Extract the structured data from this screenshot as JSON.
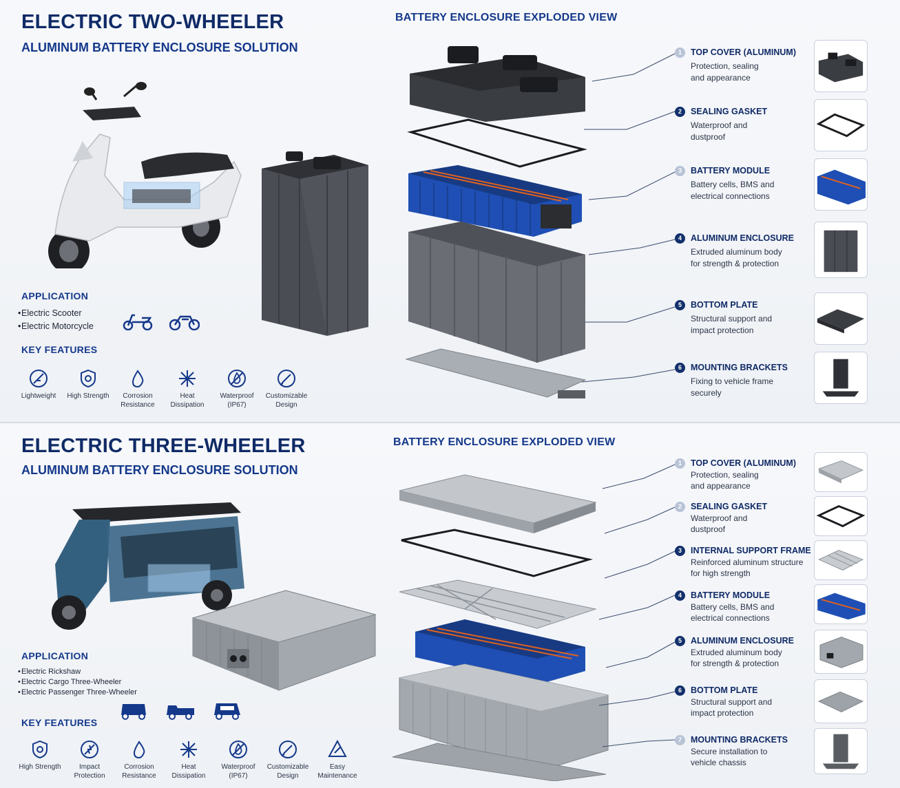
{
  "two_wheeler": {
    "title": "ELECTRIC TWO-WHEELER",
    "subtitle": "ALUMINUM BATTERY ENCLOSURE SOLUTION",
    "exploded_title": "BATTERY ENCLOSURE EXPLODED VIEW",
    "application_head": "APPLICATION",
    "applications": [
      "Electric Scooter",
      "Electric Motorcycle"
    ],
    "features_head": "KEY FEATURES",
    "features": [
      {
        "label1": "Lightweight",
        "label2": "",
        "icon": "feather-icon"
      },
      {
        "label1": "High Strength",
        "label2": "",
        "icon": "shield-icon"
      },
      {
        "label1": "Corrosion",
        "label2": "Resistance",
        "icon": "drop-icon"
      },
      {
        "label1": "Heat",
        "label2": "Dissipation",
        "icon": "snowflake-icon"
      },
      {
        "label1": "Waterproof",
        "label2": "(IP67)",
        "icon": "waterproof-icon"
      },
      {
        "label1": "Customizable",
        "label2": "Design",
        "icon": "pencil-icon"
      }
    ],
    "parts": [
      {
        "num": "1",
        "title": "TOP COVER (ALUMINUM)",
        "desc1": "Protection, sealing",
        "desc2": "and appearance"
      },
      {
        "num": "2",
        "title": "SEALING GASKET",
        "desc1": "Waterproof and",
        "desc2": "dustproof"
      },
      {
        "num": "3",
        "title": "BATTERY MODULE",
        "desc1": "Battery cells, BMS and",
        "desc2": "electrical connections"
      },
      {
        "num": "4",
        "title": "ALUMINUM ENCLOSURE",
        "desc1": "Extruded aluminum body",
        "desc2": "for strength & protection"
      },
      {
        "num": "5",
        "title": "BOTTOM PLATE",
        "desc1": "Structural support and",
        "desc2": "impact protection"
      },
      {
        "num": "6",
        "title": "MOUNTING BRACKETS",
        "desc1": "Fixing to vehicle frame",
        "desc2": "securely"
      }
    ]
  },
  "three_wheeler": {
    "title": "ELECTRIC THREE-WHEELER",
    "subtitle": "ALUMINUM BATTERY ENCLOSURE SOLUTION",
    "exploded_title": "BATTERY ENCLOSURE EXPLODED VIEW",
    "application_head": "APPLICATION",
    "applications": [
      "Electric Rickshaw",
      "Electric Cargo Three-Wheeler",
      "Electric Passenger Three-Wheeler"
    ],
    "features_head": "KEY FEATURES",
    "features": [
      {
        "label1": "High Strength",
        "label2": "",
        "icon": "shield-icon"
      },
      {
        "label1": "Impact",
        "label2": "Protection",
        "icon": "impact-icon"
      },
      {
        "label1": "Corrosion",
        "label2": "Resistance",
        "icon": "drop-icon"
      },
      {
        "label1": "Heat",
        "label2": "Dissipation",
        "icon": "snowflake-icon"
      },
      {
        "label1": "Waterproof",
        "label2": "(IP67)",
        "icon": "waterproof-icon"
      },
      {
        "label1": "Customizable",
        "label2": "Design",
        "icon": "pencil-icon"
      },
      {
        "label1": "Easy",
        "label2": "Maintenance",
        "icon": "wrench-icon"
      }
    ],
    "parts": [
      {
        "num": "1",
        "title": "TOP COVER (ALUMINUM)",
        "desc1": "Protection, sealing",
        "desc2": "and appearance"
      },
      {
        "num": "2",
        "title": "SEALING GASKET",
        "desc1": "Waterproof and",
        "desc2": "dustproof"
      },
      {
        "num": "3",
        "title": "INTERNAL SUPPORT FRAME",
        "desc1": "Reinforced aluminum structure",
        "desc2": "for high strength"
      },
      {
        "num": "4",
        "title": "BATTERY MODULE",
        "desc1": "Battery cells, BMS and",
        "desc2": "electrical connections"
      },
      {
        "num": "5",
        "title": "ALUMINUM ENCLOSURE",
        "desc1": "Extruded aluminum body",
        "desc2": "for strength & protection"
      },
      {
        "num": "6",
        "title": "BOTTOM PLATE",
        "desc1": "Structural support and",
        "desc2": "impact protection"
      },
      {
        "num": "7",
        "title": "MOUNTING BRACKETS",
        "desc1": "Secure installation to",
        "desc2": "vehicle chassis"
      }
    ]
  },
  "colors": {
    "navy": "#0f2a66",
    "accent": "#14388a",
    "cell_blue": "#1f4fb4",
    "busbar_orange": "#e0621e",
    "aluminum": "#9aa1a9",
    "dark_cover": "#3a3d42"
  }
}
